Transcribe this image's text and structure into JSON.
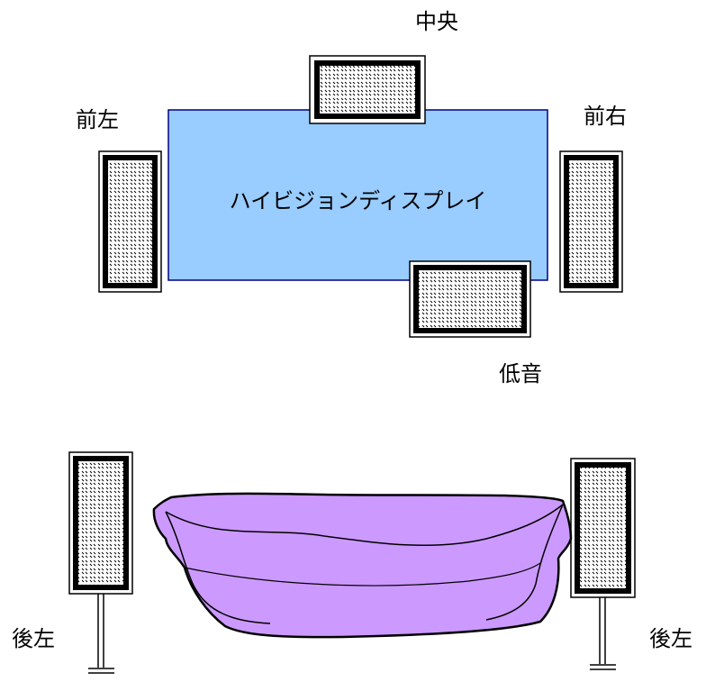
{
  "display": {
    "label": "ハイビジョンディスプレイ",
    "fill": "#99CCFF",
    "stroke": "#000080"
  },
  "speakers": {
    "center": "中央",
    "front_left": "前左",
    "front_right": "前右",
    "subwoofer": "低音",
    "rear_left": "後左",
    "rear_right": "後左"
  },
  "colors": {
    "sofa_fill": "#CC99FF",
    "speaker_frame": "#000000",
    "speaker_grill": "#FFFFFF"
  }
}
